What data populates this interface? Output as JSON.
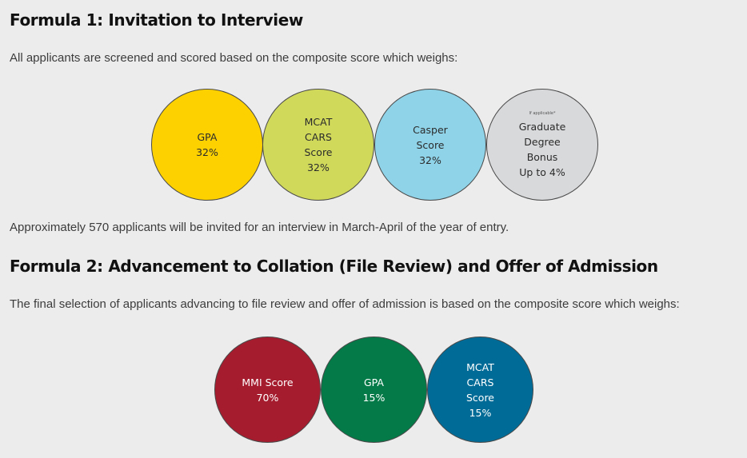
{
  "formula1": {
    "heading": "Formula 1: Invitation to Interview",
    "intro": "All applicants are screened and scored based on the composite score which weighs:",
    "circles": [
      {
        "lines": [
          "GPA",
          "32%"
        ],
        "color": "#fdd100"
      },
      {
        "lines": [
          "MCAT",
          "CARS",
          "Score",
          "32%"
        ],
        "color": "#d1d95b"
      },
      {
        "lines": [
          "Casper",
          "Score",
          "32%"
        ],
        "color": "#8fd3e8"
      },
      {
        "small": "If applicable*",
        "lines": [
          "Graduate",
          "Degree",
          "Bonus",
          "Up to 4%"
        ],
        "color": "#d8d9db"
      }
    ],
    "note": "Approximately 570 applicants will be invited for an interview in March-April of the year of entry."
  },
  "formula2": {
    "heading": "Formula 2: Advancement to Collation (File Review) and Offer of Admission",
    "intro": "The final selection of applicants advancing to file review and offer of admission is based on the composite score which weighs:",
    "circles": [
      {
        "lines": [
          "MMI Score",
          "70%"
        ],
        "color": "#a51c2e"
      },
      {
        "lines": [
          "GPA",
          "15%"
        ],
        "color": "#037a47"
      },
      {
        "lines": [
          "MCAT",
          "CARS",
          "Score",
          "15%"
        ],
        "color": "#006b96"
      }
    ]
  }
}
